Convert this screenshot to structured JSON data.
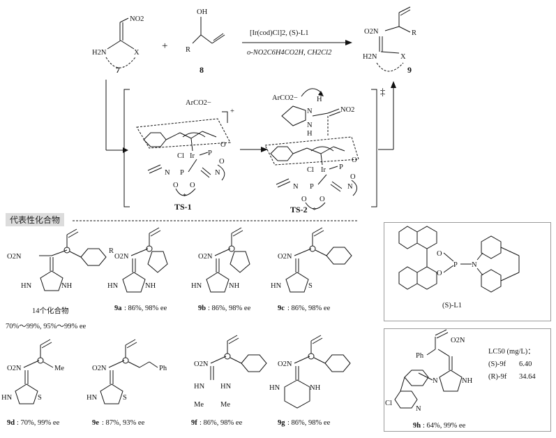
{
  "reaction": {
    "sm1_nitro": "NO2",
    "sm1_amine": "H2N",
    "sm1_x": "X",
    "sm1_label": "7",
    "plus": "+",
    "sm2_oh": "OH",
    "sm2_r": "R",
    "sm2_label": "8",
    "cond1": "[Ir(cod)Cl]2, (S)-L1",
    "cond2": "o-NO2C6H4CO2H, CH2Cl2",
    "prod_nitro": "O2N",
    "prod_r": "R",
    "prod_amine": "H2N",
    "prod_x": "X",
    "prod_label": "9"
  },
  "transition_states": {
    "anion1": "ArCO2−",
    "charge1": "+",
    "anion2": "ArCO2−",
    "ts1_label": "TS-1",
    "ts2_label": "TS-2",
    "double_dagger": "‡",
    "ir": "Ir",
    "cl": "Cl",
    "p": "P",
    "o": "O",
    "n": "N",
    "h": "H",
    "star": "*",
    "ts2_nitro": "NO2"
  },
  "section_title": "代表性化合物",
  "compounds": [
    {
      "id": "generic",
      "label": "14个化合物",
      "result": "70%～99%, 95%～99% ee",
      "sub": "R",
      "nitro": "O2N",
      "hn": "HN",
      "nh": "NH"
    },
    {
      "id": "9a",
      "label": "9a",
      "result": ": 86%, 98% ee"
    },
    {
      "id": "9b",
      "label": "9b",
      "result": ": 86%, 98% ee"
    },
    {
      "id": "9c",
      "label": "9c",
      "result": ": 86%, 98% ee",
      "s": "S"
    },
    {
      "id": "9d",
      "label": "9d",
      "result": ": 70%, 99% ee",
      "me": "Me",
      "s": "S"
    },
    {
      "id": "9e",
      "label": "9e",
      "result": ": 87%, 93% ee",
      "ph": "Ph",
      "s": "S"
    },
    {
      "id": "9f",
      "label": "9f",
      "result": ": 86%, 98% ee",
      "me": "Me"
    },
    {
      "id": "9g",
      "label": "9g",
      "result": ": 86%, 98% ee"
    },
    {
      "id": "9h",
      "label": "9h",
      "result": ": 64%, 99% ee",
      "ph": "Ph",
      "cl": "Cl",
      "n": "N"
    }
  ],
  "ligand": {
    "label": "(S)-L1",
    "o": "O",
    "p": "P",
    "n": "N"
  },
  "lc50": {
    "header": "LC50 (mg/L)：",
    "row1_name": "(S)-9f",
    "row1_value": "6.40",
    "row2_name": "(R)-9f",
    "row2_value": "34.64"
  }
}
